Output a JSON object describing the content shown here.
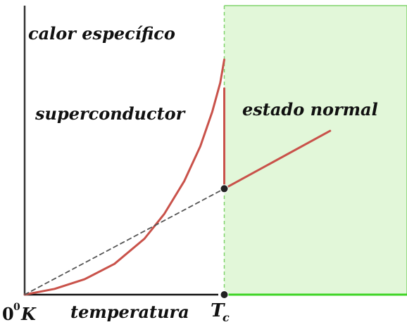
{
  "chart_data": {
    "type": "line",
    "labels": {
      "y_axis": "calor específico",
      "x_axis": "temperatura",
      "origin_base": "0",
      "origin_sup": "0",
      "origin_unit": "K",
      "tc_base": "T",
      "tc_sub": "c",
      "superconductor": "superconductor",
      "normal": "estado normal"
    },
    "critical_temperature": 1,
    "xlim": [
      0,
      1.88
    ],
    "ylim": [
      0,
      1.5
    ],
    "series": [
      {
        "label": "superconductor",
        "color": "#c9524a",
        "style": "solid",
        "x": [
          0,
          0.15,
          0.3,
          0.45,
          0.6,
          0.7,
          0.8,
          0.88,
          0.94,
          0.98,
          1.0
        ],
        "y": [
          0,
          0.03,
          0.08,
          0.16,
          0.29,
          0.42,
          0.59,
          0.77,
          0.95,
          1.1,
          1.22
        ]
      },
      {
        "label": "estado normal",
        "color": "#c9524a",
        "style": "solid",
        "x": [
          1.0,
          1.53
        ],
        "y": [
          0.55,
          0.85
        ]
      },
      {
        "label": "salto en Tc",
        "color": "#c9524a",
        "style": "solid",
        "x": [
          1.0,
          1.0
        ],
        "y": [
          0.55,
          1.07
        ]
      },
      {
        "label": "extrapolación normal",
        "color": "#555555",
        "style": "dashed",
        "x": [
          0,
          1.0
        ],
        "y": [
          0,
          0.55
        ]
      }
    ],
    "points": [
      {
        "x": 1.0,
        "y": 0.55
      },
      {
        "x": 1.0,
        "y": 0
      }
    ],
    "regions": [
      {
        "label": "estado normal",
        "from_x": 1.0,
        "color": "#e2f7d9",
        "border": "#7fd36b"
      }
    ],
    "grid": false
  }
}
